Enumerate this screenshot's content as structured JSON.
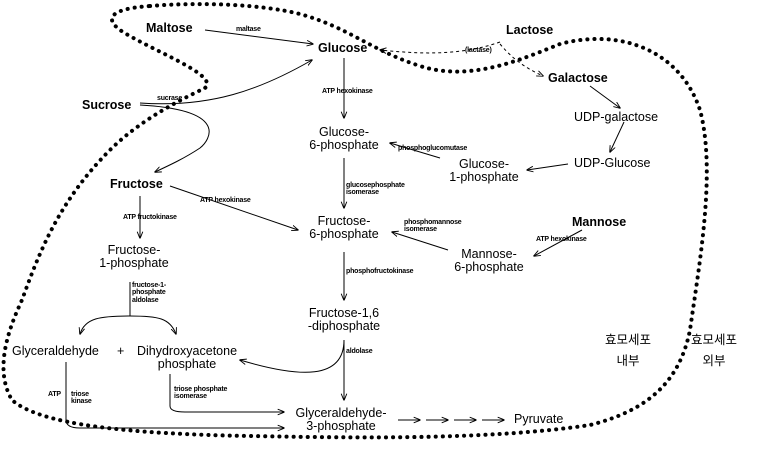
{
  "metabolites": {
    "maltose": "Maltose",
    "lactose": "Lactose",
    "glucose": "Glucose",
    "galactose": "Galactose",
    "sucrose": "Sucrose",
    "udp_galactose": "UDP-galactose",
    "glucose_6_phosphate_line1": "Glucose-",
    "glucose_6_phosphate_line2": "6-phosphate",
    "glucose_1_phosphate_line1": "Glucose-",
    "glucose_1_phosphate_line2": "1-phosphate",
    "udp_glucose": "UDP-Glucose",
    "fructose": "Fructose",
    "fructose_6_phosphate_line1": "Fructose-",
    "fructose_6_phosphate_line2": "6-phosphate",
    "mannose": "Mannose",
    "mannose_6_phosphate_line1": "Mannose-",
    "mannose_6_phosphate_line2": "6-phosphate",
    "fructose_1_phosphate_line1": "Fructose-",
    "fructose_1_phosphate_line2": "1-phosphate",
    "fructose_16_diphosphate_line1": "Fructose-1,6",
    "fructose_16_diphosphate_line2": "-diphosphate",
    "glyceraldehyde": "Glyceraldehyde",
    "plus": "+",
    "dihydroxyacetone_phosphate_line1": "Dihydroxyacetone",
    "dihydroxyacetone_phosphate_line2": "phosphate",
    "glyceraldehyde_3_phosphate_line1": "Glyceraldehyde-",
    "glyceraldehyde_3_phosphate_line2": "3-phosphate",
    "pyruvate": "Pyruvate"
  },
  "enzymes": {
    "maltase": "maltase",
    "lactase": "(lactase)",
    "sucrase": "sucrase",
    "atp_hexokinase_glucose": "ATP hexokinase",
    "phosphoglucomutase": "phosphoglucomutase",
    "glucosephosphate_isomerase_line1": "glucosephosphate",
    "glucosephosphate_isomerase_line2": "isomerase",
    "atp_fructokinase": "ATP fructokinase",
    "atp_fructose_hexokinase": "ATP        hexokinase",
    "phosphomannose_isomerase_line1": "phosphomannose",
    "phosphomannose_isomerase_line2": "isomerase",
    "atp_mannose_hexokinase": "ATP hexokinase",
    "phosphofructokinase": "phosphofructokinase",
    "fructose_1_phosphate_aldolase_line1": "fructose-1-",
    "fructose_1_phosphate_aldolase_line2": "phosphate",
    "fructose_1_phosphate_aldolase_line3": "aldolase",
    "aldolase": "aldolase",
    "triose_phosphate_isomerase_line1": "triose phosphate",
    "triose_phosphate_isomerase_line2": "isomerase",
    "atp_triose_kinase_atp": "ATP",
    "atp_triose_kinase_line1": "triose",
    "atp_triose_kinase_line2": "kinase"
  },
  "regions": {
    "inside_cell_line1": "효모세포",
    "inside_cell_line2": "내부",
    "outside_cell_line1": "효모세포",
    "outside_cell_line2": "외부"
  }
}
